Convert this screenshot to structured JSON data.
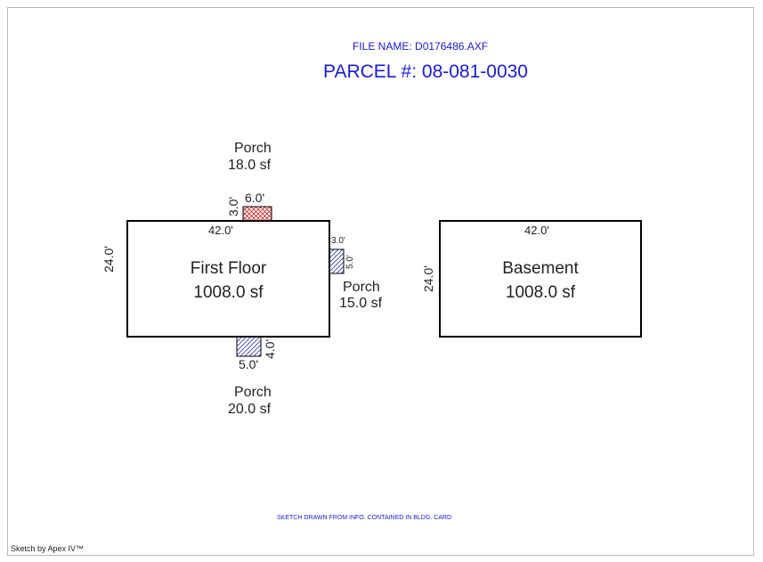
{
  "header": {
    "file_name_label": "FILE NAME:",
    "file_name_value": "D0176486.AXF",
    "parcel_label": "PARCEL #:",
    "parcel_value": "08-081-0030"
  },
  "first_floor": {
    "name": "First Floor",
    "area": "1008.0 sf",
    "width_dim": "42.0'",
    "depth_dim": "24.0'"
  },
  "basement": {
    "name": "Basement",
    "area": "1008.0 sf",
    "width_dim": "42.0'",
    "depth_dim": "24.0'"
  },
  "porch_top": {
    "name": "Porch",
    "area": "18.0 sf",
    "width_dim": "6.0'",
    "depth_dim": "3.0'",
    "hatch_color": "#cc2222"
  },
  "porch_right": {
    "name": "Porch",
    "area": "15.0 sf",
    "width_dim": "3.0'",
    "depth_dim": "5.0'",
    "hatch_color": "#3333aa"
  },
  "porch_bottom": {
    "name": "Porch",
    "area": "20.0 sf",
    "width_dim": "5.0'",
    "depth_dim": "4.0'",
    "hatch_color": "#3333aa"
  },
  "footer": {
    "note": "SKETCH DRAWN FROM INFO. CONTAINED IN BLDG. CARD",
    "credit": "Sketch by Apex IV™"
  }
}
